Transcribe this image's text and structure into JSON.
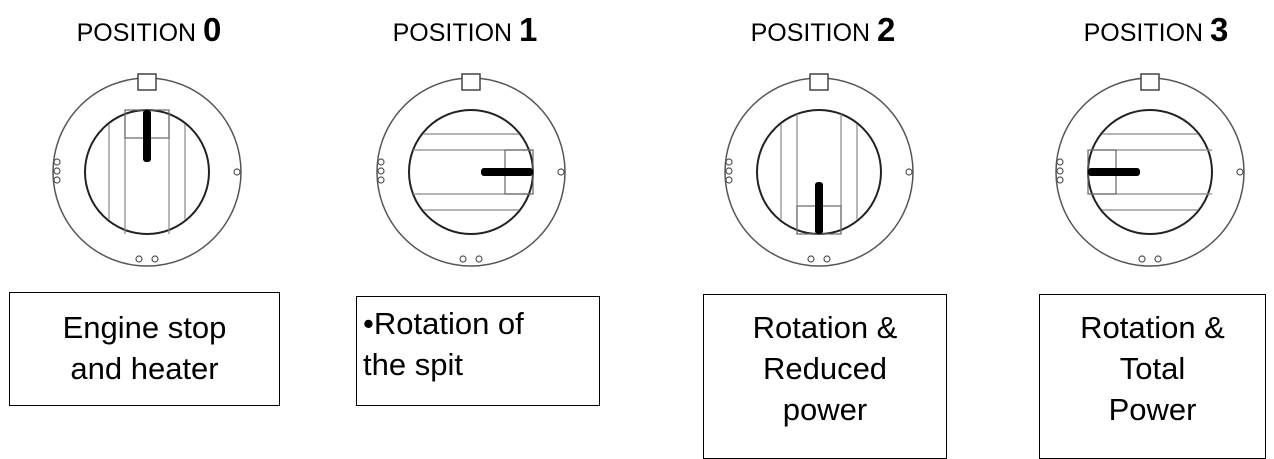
{
  "positions": [
    {
      "heading_prefix": "POSITION ",
      "heading_number": "0",
      "description_lines": [
        "Engine stop",
        "and heater"
      ]
    },
    {
      "heading_prefix": "POSITION ",
      "heading_number": "1",
      "description_lines": [
        "•Rotation of",
        "the spit"
      ]
    },
    {
      "heading_prefix": "POSITION ",
      "heading_number": "2",
      "description_lines": [
        "Rotation &",
        "Reduced",
        "power"
      ]
    },
    {
      "heading_prefix": "POSITION ",
      "heading_number": "3",
      "description_lines": [
        "Rotation &",
        "Total",
        "Power"
      ]
    }
  ]
}
